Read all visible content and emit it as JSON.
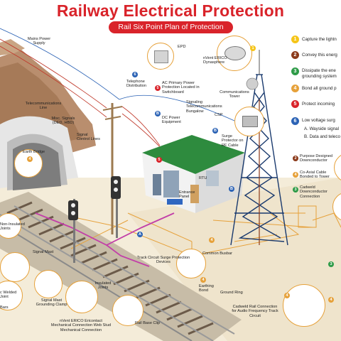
{
  "title": "Railway Electrical Protection",
  "subtitle": "Rail Six Point Plan of Protection",
  "colors": {
    "red": "#d9232a",
    "yellow": "#f5c518",
    "brown": "#8b3a1a",
    "green": "#2e9b48",
    "orange": "#e6a13a",
    "blue": "#2c63b5",
    "navy": "#1a3a6e"
  },
  "legend": [
    {
      "num": "1",
      "text": "Capture the lightn",
      "color": "#f5c518"
    },
    {
      "num": "2",
      "text": "Convey this energ",
      "color": "#8b3a1a"
    },
    {
      "num": "3",
      "text": "Dissipate the ene",
      "text2": "grounding system",
      "color": "#2e9b48"
    },
    {
      "num": "4",
      "text": "Bond all ground p",
      "color": "#e6a13a"
    },
    {
      "num": "5",
      "text": "Protect incoming",
      "color": "#d9232a"
    },
    {
      "num": "6",
      "text": "Low voltage surg",
      "text2": "A. Wayside signal",
      "text3": "B. Data and teleco",
      "color": "#2c63b5"
    }
  ],
  "labels": {
    "mains_power": "Mains Power Supply",
    "telecom_line": "Telecommunications Line",
    "misc_signals": "Misc. Signals (DED, HBD)",
    "signal_control": "Signal Control Lines",
    "earth_bridge": "Earth Bridge",
    "non_insulated": "Non-Insulated Joints",
    "signal_mast": "Signal Mast",
    "welded_joint": "c Welded Joint",
    "bars": "Bars",
    "signal_mast_clamp": "Signal Mast Grounding Clamp",
    "insulated_joints": "Insulated Joints",
    "erico_conn": "nVent ERICO Ericontact Mechanical Connection Web Stud Mechanical Connection",
    "rail_base_clip": "Rail Base Clip",
    "track_circuit": "Track Circuit Surge Protection Devices",
    "earthing_bond": "Earthing Bond",
    "ground_ring": "Ground Ring",
    "common_busbar": "Common Busbar",
    "cadweld_rail": "Cadweld Rail Connection for Audio Frequency Track Circuit",
    "telephone_dist": "Telephone Distribution",
    "ac_primary": "AC Primary Power Protection Located in Switchboard",
    "epd": "EPD",
    "erico_dyna": "nVent ERICO Dynasphere",
    "signaling_bungalow": "Signaling Telecommunications Bungalow",
    "dc_power": "DC Power Equipment",
    "comm_tower": "Communications Tower",
    "csp": "CSP",
    "surge_rf": "Surge Protector on RF Cable",
    "entrance_panel": "Entrance Panel",
    "purpose_down": "Purpose Designed Downconductor",
    "coax_bonded": "Co-Axial Cable Bonded to Tower",
    "cadweld_down": "Cadweld Downconductor Connection",
    "rtu": "RTU"
  },
  "badges": {
    "b1": "1",
    "b2": "2",
    "b3": "3",
    "b4": "4",
    "b5": "5",
    "b6": "6",
    "bA": "A",
    "bB": "B"
  }
}
